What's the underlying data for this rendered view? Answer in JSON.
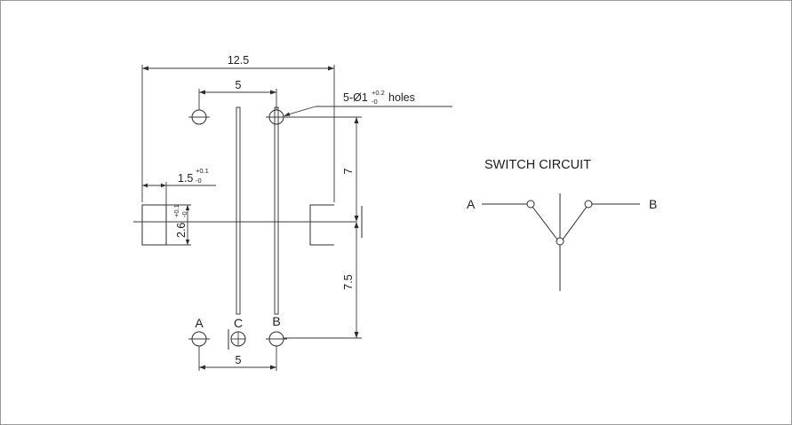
{
  "dimensions": {
    "overall_width": "12.5",
    "hole_spacing_top": "5",
    "hole_spacing_bottom": "5",
    "vertical_upper": "7",
    "vertical_lower": "7.5",
    "tab_width": "1.5",
    "tab_width_tol_upper": "+0.1",
    "tab_width_tol_lower": "-0",
    "tab_height": "2.6",
    "tab_height_tol_upper": "+0.1",
    "tab_height_tol_lower": "-0"
  },
  "holes_note": {
    "prefix": "5-Ø1",
    "tol_upper": "+0.2",
    "tol_lower": "-0",
    "suffix": "holes"
  },
  "pins": {
    "a": "A",
    "c": "C",
    "b": "B"
  },
  "switch_circuit": {
    "title": "SWITCH CIRCUIT",
    "label_left": "A",
    "label_right": "B"
  }
}
